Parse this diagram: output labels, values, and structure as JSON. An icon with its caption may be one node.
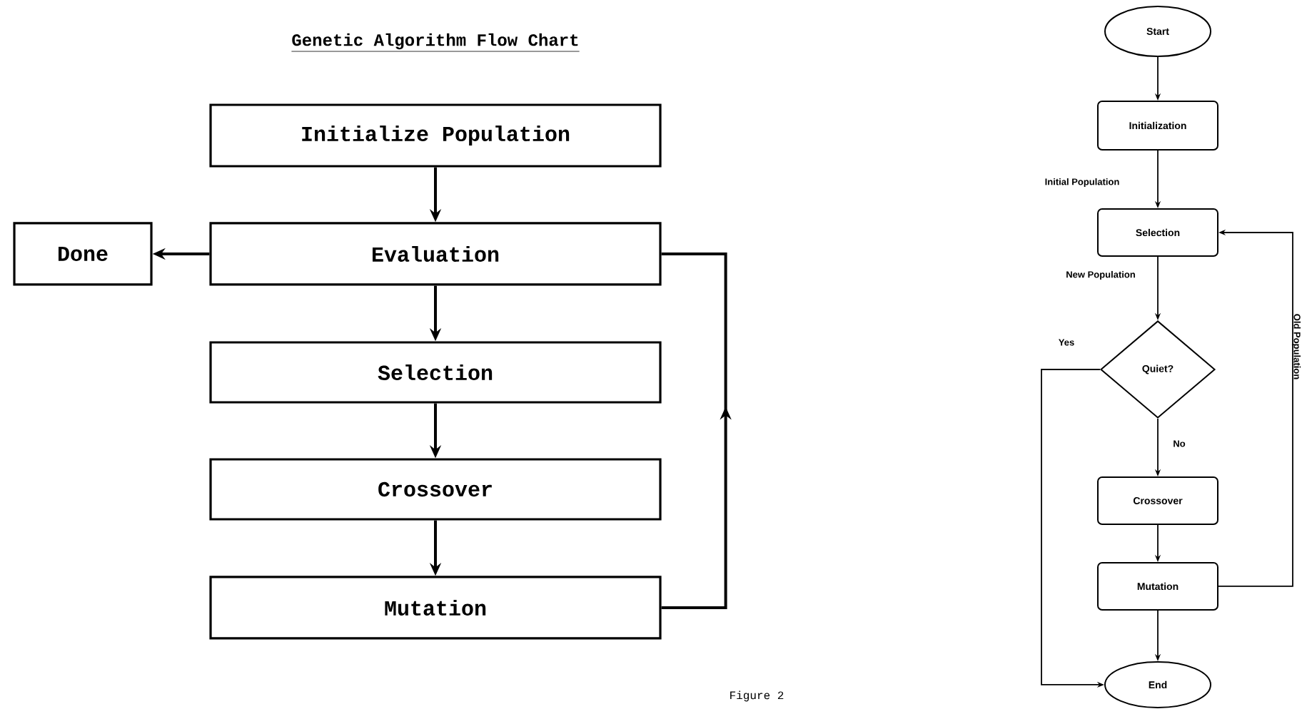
{
  "diagram": {
    "title": "Genetic Algorithm Flow Chart",
    "nodes": [
      {
        "text": [
          "Initialize Population"
        ]
      },
      {
        "text": [
          "Evaluation"
        ]
      },
      {
        "text": [
          "Done"
        ]
      },
      {
        "text": [
          "Selection"
        ]
      },
      {
        "text": [
          "Crossover"
        ]
      },
      {
        "text": [
          "Mutation"
        ]
      },
      {
        "text": [
          "Start"
        ]
      },
      {
        "text": [
          "Initialization"
        ]
      },
      {
        "text": [
          "Selection"
        ]
      },
      {
        "text": [
          "Quiet?"
        ]
      },
      {
        "text": [
          "Crossover"
        ]
      },
      {
        "text": [
          "Mutation"
        ]
      },
      {
        "text": [
          "End"
        ]
      }
    ],
    "edges": [
      {
        "from": 0,
        "to": 1,
        "arrow": "to"
      },
      {
        "from": 1,
        "to": 2,
        "arrow": "to"
      },
      {
        "from": 1,
        "to": 3,
        "arrow": "to"
      },
      {
        "from": 3,
        "to": 4,
        "arrow": "to"
      },
      {
        "from": 4,
        "to": 5,
        "arrow": "to"
      },
      {
        "from": 5,
        "to": 1,
        "arrow": "to"
      },
      {
        "from": 6,
        "to": 7,
        "arrow": "to"
      },
      {
        "from": 7,
        "to": 8,
        "arrow": "to",
        "label": "Initial Population"
      },
      {
        "from": 8,
        "to": 9,
        "arrow": "to",
        "label": "New Population"
      },
      {
        "from": 9,
        "to": 10,
        "arrow": "to",
        "label": "No"
      },
      {
        "from": 10,
        "to": 11,
        "arrow": "to"
      },
      {
        "from": 11,
        "to": 12,
        "arrow": "to"
      },
      {
        "from": 9,
        "to": 12,
        "arrow": "to",
        "label": "Yes"
      },
      {
        "from": 11,
        "to": 8,
        "arrow": "to",
        "label": "Old Population"
      }
    ],
    "labels": [
      "Figure 2"
    ]
  }
}
